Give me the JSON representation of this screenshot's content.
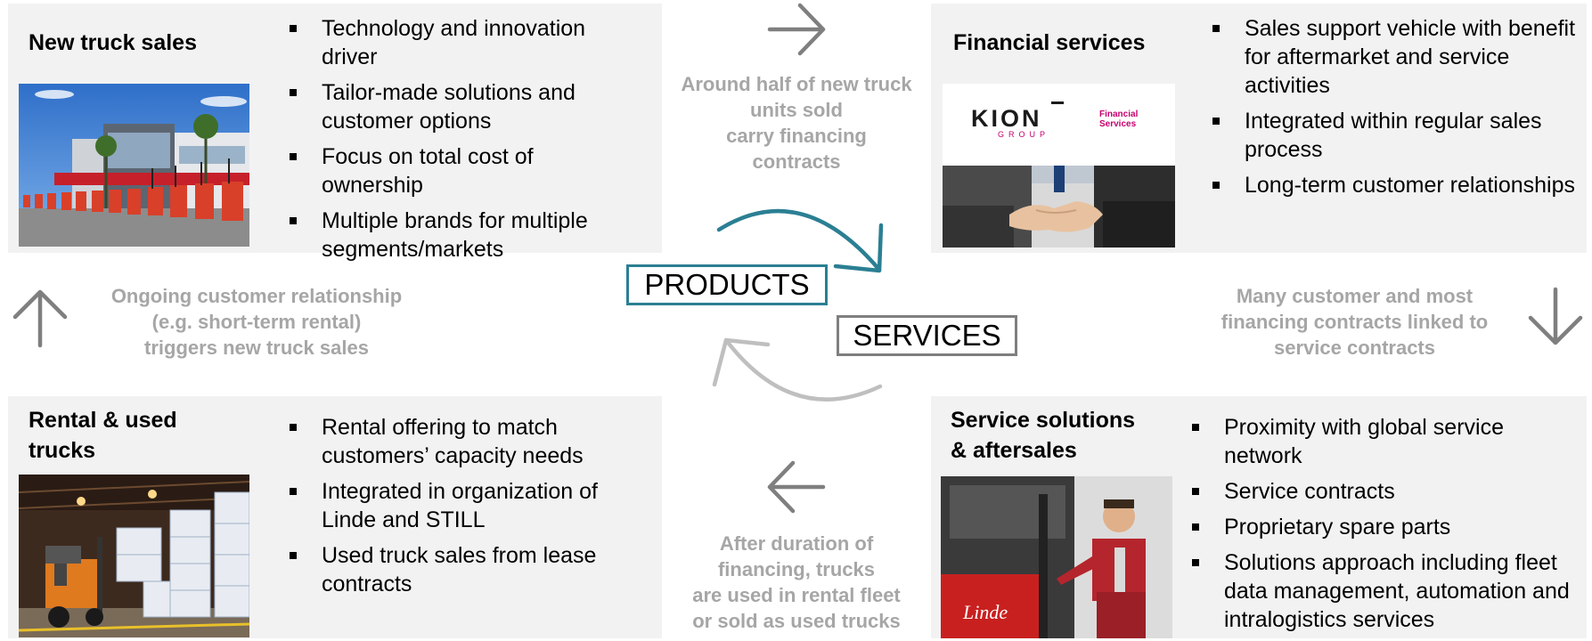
{
  "panels": {
    "new_truck": {
      "title": "New truck sales",
      "bullets": [
        "Technology and innovation driver",
        "Tailor-made solutions and customer options",
        "Focus on total cost of ownership",
        "Multiple brands for multiple segments/markets"
      ]
    },
    "financial": {
      "title": "Financial services",
      "logo_text": "KION",
      "logo_sub": "GROUP",
      "logo_tag1": "Financial",
      "logo_tag2": "Services",
      "bullets": [
        "Sales support vehicle with benefit for aftermarket and service activities",
        "Integrated within regular sales process",
        "Long-term customer relationships"
      ]
    },
    "rental": {
      "title_line1": "Rental & used",
      "title_line2": "trucks",
      "bullets": [
        "Rental offering to match customers’ capacity needs",
        "Integrated in organization of Linde and STILL",
        "Used truck sales from lease contracts"
      ]
    },
    "service": {
      "title_line1": "Service solutions",
      "title_line2": "& aftersales",
      "bullets": [
        "Proximity with global service network",
        "Service contracts",
        "Proprietary spare parts",
        "Solutions approach including fleet data management, automation and intralogistics services"
      ]
    }
  },
  "flows": {
    "top": [
      "Around half of new truck",
      "units sold",
      "carry financing",
      "contracts"
    ],
    "right": [
      "Many customer and most",
      "financing contracts linked to",
      "service contracts"
    ],
    "bottom": [
      "After duration of",
      "financing, trucks",
      "are used in rental fleet",
      "or sold as used trucks"
    ],
    "left": [
      "Ongoing customer relationship",
      "(e.g. short-term rental)",
      "triggers new truck sales"
    ]
  },
  "center": {
    "products": "PRODUCTS",
    "services": "SERVICES"
  },
  "colors": {
    "panel_bg": "#f2f2f2",
    "flow_text": "#a6a6a6",
    "products_accent": "#2b7f93",
    "services_accent": "#7f7f7f",
    "arrow_gray": "#7f7f7f"
  }
}
